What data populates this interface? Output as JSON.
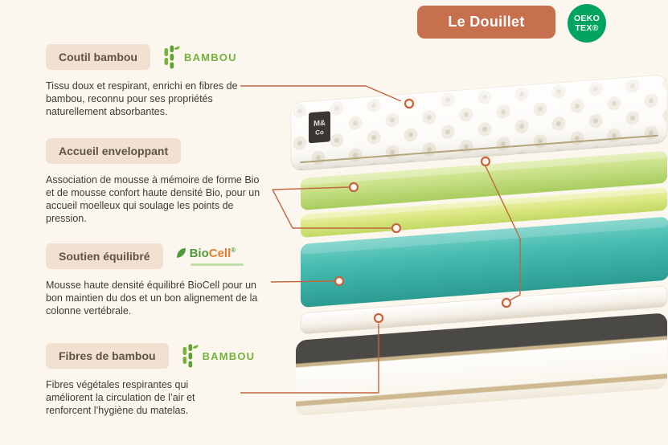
{
  "header": {
    "title": "Le Douillet",
    "oeko_line1": "OEKO",
    "oeko_line2": "TEX®"
  },
  "features": [
    {
      "label": "Coutil bambou",
      "logo": "bamboo",
      "description": "Tissu doux et respirant, enrichi en fibres de bambou, reconnu pour ses propriétés naturellement absorbantes."
    },
    {
      "label": "Accueil enveloppant",
      "logo": null,
      "description": "Association de mousse à mémoire de forme Bio et de mousse confort haute densité Bio, pour un accueil moelleux qui soulage les points de pression."
    },
    {
      "label": "Soutien équilibré",
      "logo": "biocell",
      "description": "Mousse haute densité équilibré BioCell pour un bon maintien du dos et un bon alignement de la colonne vertébrale."
    },
    {
      "label": "Fibres de bambou",
      "logo": "bamboo",
      "description": "Fibres végétales respirantes qui améliorent la circulation de l’air et renforcent l’hygiène du matelas."
    }
  ],
  "logos": {
    "bamboo": "BAMBOU",
    "biocell_bio": "Bio",
    "biocell_cell": "Cell",
    "registered": "®"
  },
  "mattress": {
    "tag_top": "M&",
    "tag_bottom": "Co"
  },
  "colors": {
    "background": "#FBF7EF",
    "accent_terracotta": "#C7704D",
    "label_bg": "#F2E1D0",
    "oeko_green": "#00A45E",
    "bamboo_green": "#76B13C",
    "memory_foam_green": "#C3DE81",
    "comfort_foam_green": "#DAE782",
    "support_teal": "#47BCB1",
    "base_top_gray": "#4B4946",
    "piping_tan": "#C9B38A"
  }
}
